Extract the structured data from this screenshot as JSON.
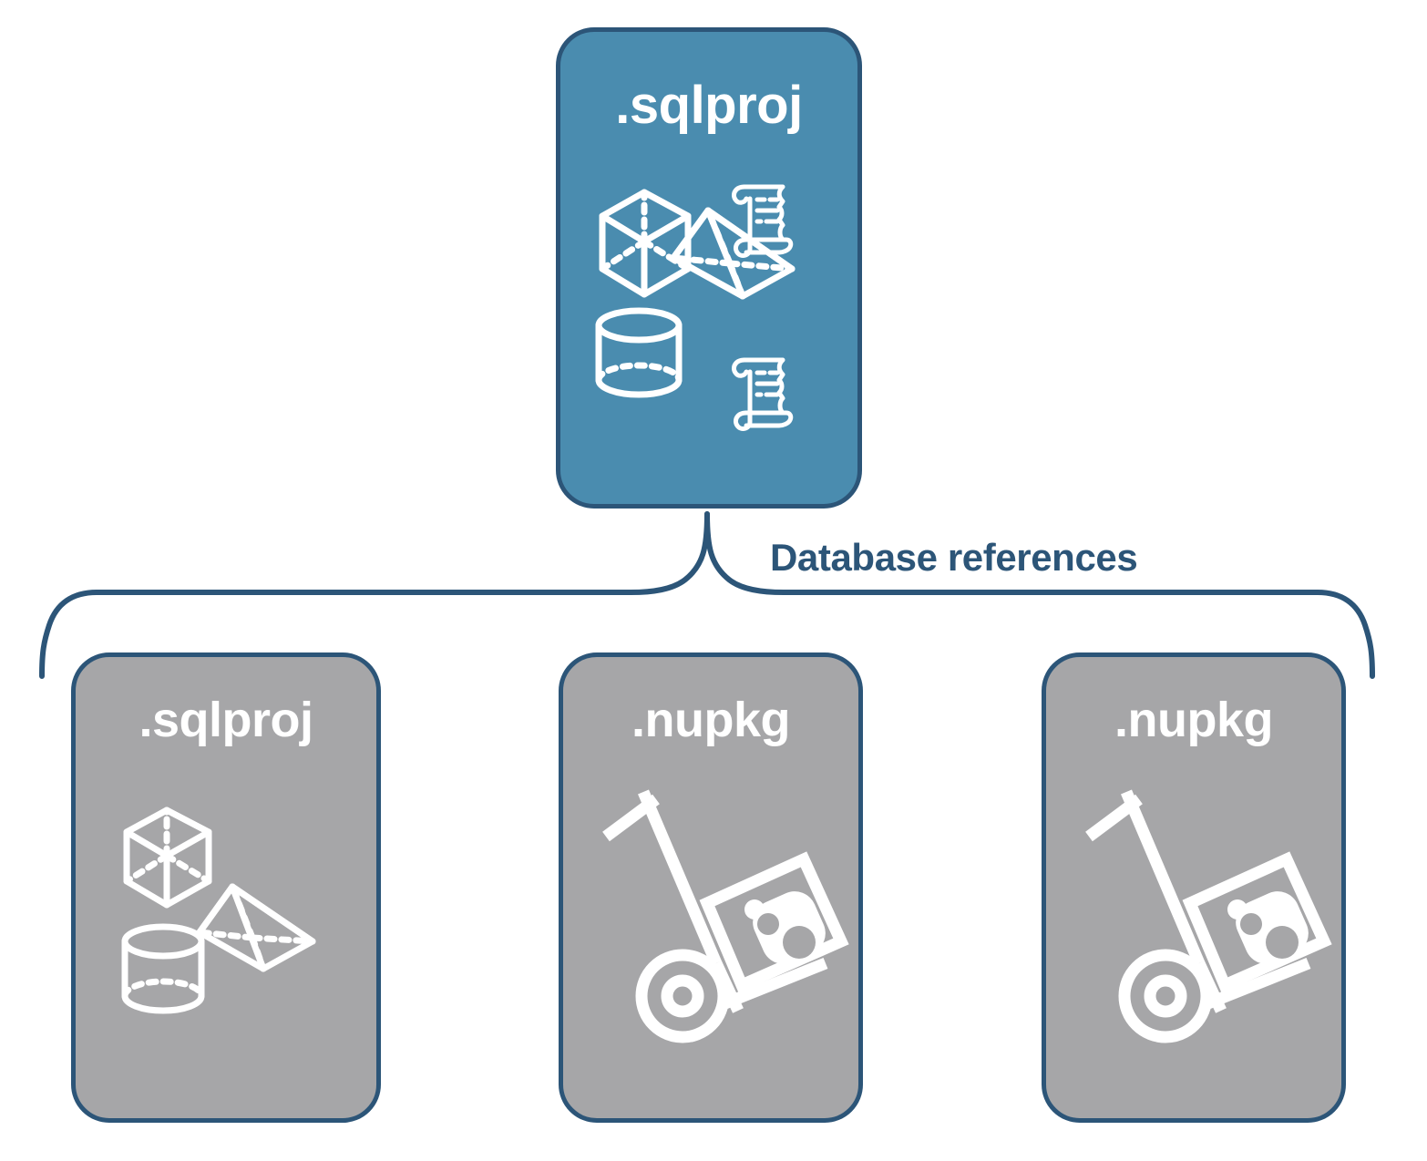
{
  "diagram": {
    "title_text": "Database references",
    "colors": {
      "accent_blue": "#4A8CAF",
      "border_navy": "#2C5578",
      "card_gray": "#A6A6A8",
      "icon_white": "#FFFFFF",
      "background": "#FFFFFF"
    },
    "connector": {
      "type": "curly-brace",
      "label": "Database references",
      "parent_count": 1,
      "child_count": 3
    },
    "parent": {
      "label": ".sqlproj",
      "fill": "#4A8CAF",
      "icons": [
        "cube-icon",
        "pyramid-icon",
        "cylinder-icon",
        "script-scroll-icon",
        "script-scroll-icon"
      ]
    },
    "children": [
      {
        "label": ".sqlproj",
        "fill": "#A6A6A8",
        "icons": [
          "cube-icon",
          "pyramid-icon",
          "cylinder-icon"
        ]
      },
      {
        "label": ".nupkg",
        "fill": "#A6A6A8",
        "icons": [
          "hand-truck-package-icon"
        ]
      },
      {
        "label": ".nupkg",
        "fill": "#A6A6A8",
        "icons": [
          "hand-truck-package-icon"
        ]
      }
    ]
  }
}
